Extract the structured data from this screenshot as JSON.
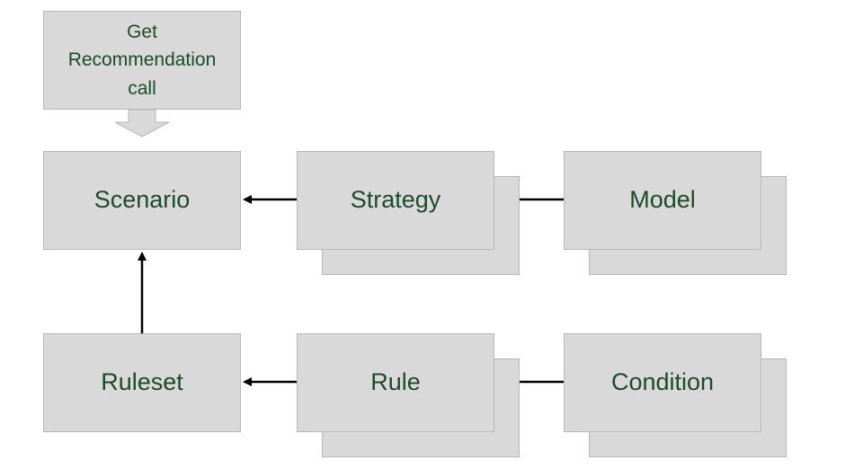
{
  "diagram": {
    "start_node": {
      "label": "Get\nRecommendation\ncall"
    },
    "nodes": {
      "scenario": {
        "label": "Scenario"
      },
      "strategy": {
        "label": "Strategy"
      },
      "model": {
        "label": "Model"
      },
      "ruleset": {
        "label": "Ruleset"
      },
      "rule": {
        "label": "Rule"
      },
      "condition": {
        "label": "Condition"
      }
    },
    "edges": [
      {
        "from": "start_node",
        "to": "scenario"
      },
      {
        "from": "strategy",
        "to": "scenario"
      },
      {
        "from": "model",
        "to": "strategy"
      },
      {
        "from": "ruleset",
        "to": "scenario"
      },
      {
        "from": "rule",
        "to": "ruleset"
      },
      {
        "from": "condition",
        "to": "rule"
      }
    ],
    "multiple_instances": [
      "strategy",
      "model",
      "rule",
      "condition"
    ],
    "colors": {
      "box_fill": "#d9d9d9",
      "box_border": "#b8b8b8",
      "text": "#1e4a2a",
      "arrow": "#000000"
    }
  }
}
